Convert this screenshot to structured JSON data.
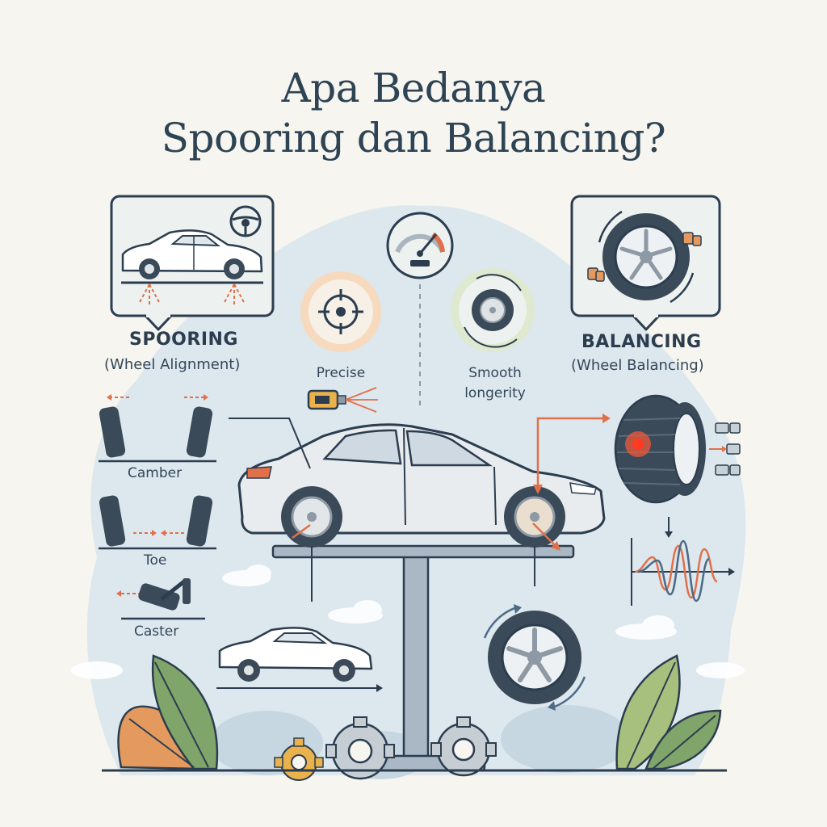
{
  "title": {
    "line1": "Apa Bedanya",
    "line2": "Spooring dan Balancing?"
  },
  "spooring": {
    "heading": "SPOORING",
    "subheading": "(Wheel Alignment)",
    "angles": [
      "Camber",
      "Toe",
      "Caster"
    ]
  },
  "balancing": {
    "heading": "BALANCING",
    "subheading": "(Wheel Balancing)"
  },
  "benefits": {
    "precise": "Precise",
    "smooth_line1": "Smooth",
    "smooth_line2": "longerity"
  },
  "icons": [
    "car-icon",
    "steering-wheel-icon",
    "crosshair-icon",
    "gauge-icon",
    "wheel-icon",
    "tire-icon",
    "weight-icon",
    "gear-icon",
    "leaf-icon",
    "lift-icon"
  ],
  "colors": {
    "background": "#f6f5ef",
    "blob": "#dde7ee",
    "ink": "#2b3d4f",
    "accent": "#e0704a",
    "leaf_green": "#7fa56a",
    "leaf_orange": "#e49a5e",
    "gear_yellow": "#e9b24c"
  }
}
